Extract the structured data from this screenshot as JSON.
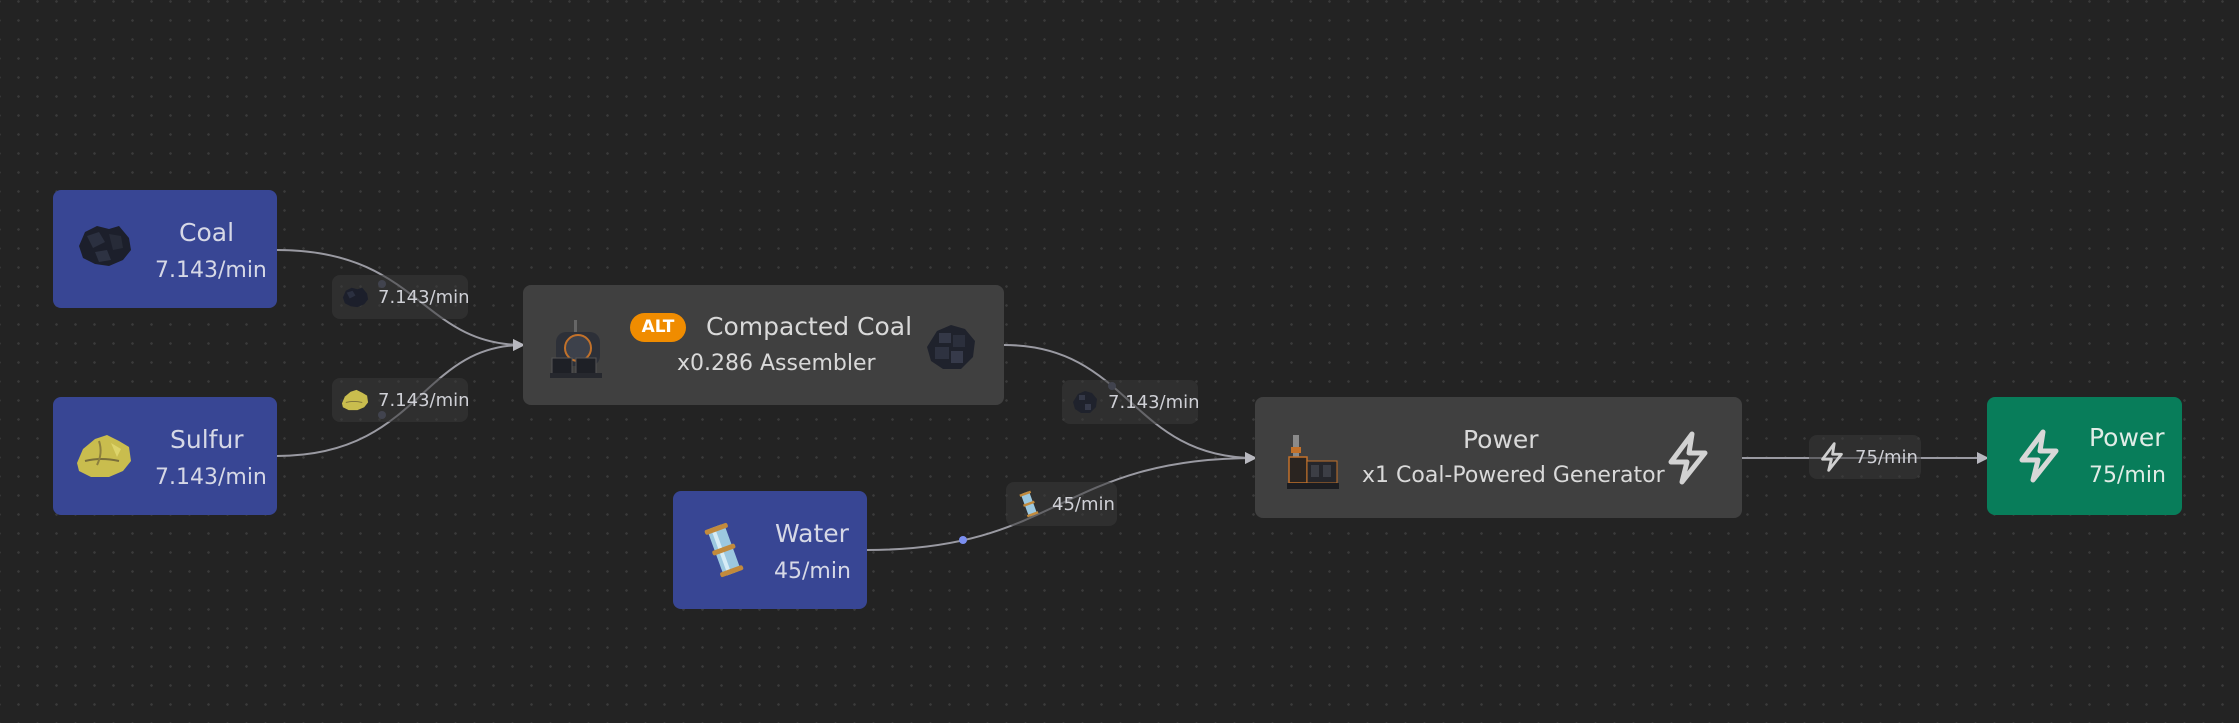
{
  "canvas": {
    "background": "#232323"
  },
  "colors": {
    "resource_node": "#384694",
    "recipe_node": "#404040",
    "sink_node": "#087d5a",
    "alt_badge": "#f08c00",
    "edge": "#9a9aa2",
    "handle_dot": "#4a4f66",
    "water_dot": "#7b8ff0"
  },
  "nodes": {
    "coal": {
      "title": "Coal",
      "rate": "7.143/min",
      "icon": "coal-icon"
    },
    "sulfur": {
      "title": "Sulfur",
      "rate": "7.143/min",
      "icon": "sulfur-icon"
    },
    "water": {
      "title": "Water",
      "rate": "45/min",
      "icon": "water-packaged-icon"
    },
    "compacted_coal": {
      "badge": "ALT",
      "title": "Compacted Coal",
      "subtitle": "x0.286 Assembler",
      "machine_icon": "assembler-icon",
      "product_icon": "compacted-coal-icon"
    },
    "generator": {
      "title": "Power",
      "subtitle": "x1 Coal-Powered Generator",
      "machine_icon": "coal-generator-icon",
      "product_icon": "lightning-icon"
    },
    "power_sink": {
      "title": "Power",
      "rate": "75/min",
      "icon": "lightning-icon"
    }
  },
  "edges": [
    {
      "from": "coal",
      "to": "compacted_coal",
      "label": "7.143/min",
      "icon": "coal-icon"
    },
    {
      "from": "sulfur",
      "to": "compacted_coal",
      "label": "7.143/min",
      "icon": "sulfur-icon"
    },
    {
      "from": "compacted_coal",
      "to": "generator",
      "label": "7.143/min",
      "icon": "compacted-coal-icon"
    },
    {
      "from": "water",
      "to": "generator",
      "label": "45/min",
      "icon": "water-packaged-icon"
    },
    {
      "from": "generator",
      "to": "power_sink",
      "label": "75/min",
      "icon": "lightning-icon"
    }
  ]
}
